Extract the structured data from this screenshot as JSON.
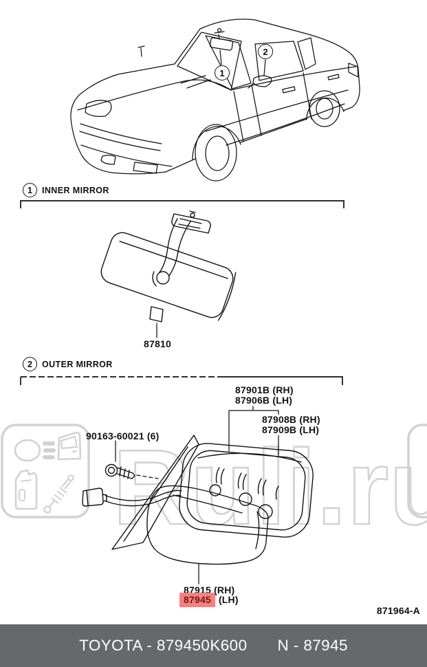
{
  "watermark": {
    "text": "Ruli.ru"
  },
  "car": {
    "callout_inner": "1",
    "callout_outer": "2"
  },
  "sections": {
    "inner": {
      "num": "1",
      "title": "INNER MIRROR",
      "part": "87810"
    },
    "outer": {
      "num": "2",
      "title": "OUTER MIRROR",
      "visor_rh": "87901B (RH)",
      "visor_lh": "87906B (LH)",
      "mirror_rh": "87908B (RH)",
      "mirror_lh": "87909B (LH)",
      "screw": "90163-60021 (6)",
      "cover_rh": "87915 (RH)",
      "cover_lh_num": "87945",
      "cover_lh_side": "(LH)"
    }
  },
  "figure_code": "871964-A",
  "footer": {
    "left": "TOYOTA - 879450K600",
    "right": "N - 87945"
  },
  "colors": {
    "line": "#111111",
    "watermark": "#d2d2d2",
    "highlight_bg": "#f5817e",
    "highlight_text": "#7e1214",
    "footer_bg": "#67686a"
  }
}
